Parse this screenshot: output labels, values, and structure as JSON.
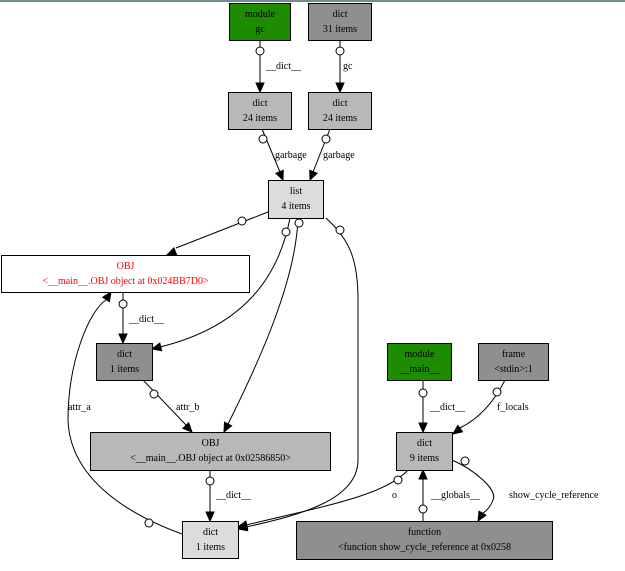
{
  "colors": {
    "module": "#1e8c00",
    "dict_dark": "#8f8f8f",
    "dict_mid": "#b8b8b8",
    "list_light": "#dcdcdc",
    "obj_white": "#ffffff",
    "highlight_text": "#ff0000",
    "text": "#000000"
  },
  "nodes": [
    {
      "id": "module_gc",
      "line1": "module",
      "line2": "gc",
      "fill": "module"
    },
    {
      "id": "dict_31",
      "line1": "dict",
      "line2": "31 items",
      "fill": "dict_dark"
    },
    {
      "id": "dict_24a",
      "line1": "dict",
      "line2": "24 items",
      "fill": "dict_mid"
    },
    {
      "id": "dict_24b",
      "line1": "dict",
      "line2": "24 items",
      "fill": "dict_mid"
    },
    {
      "id": "list_4",
      "line1": "list",
      "line2": "4 items",
      "fill": "list_light"
    },
    {
      "id": "obj_a",
      "line1": "OBJ",
      "line2": "<__main__.OBJ object at 0x024BB7D0>",
      "fill": "obj_white",
      "highlight": true
    },
    {
      "id": "dict_1a",
      "line1": "dict",
      "line2": "1 items",
      "fill": "dict_dark"
    },
    {
      "id": "obj_b",
      "line1": "OBJ",
      "line2": "<__main__.OBJ object at 0x02586850>",
      "fill": "dict_mid"
    },
    {
      "id": "dict_1b",
      "line1": "dict",
      "line2": "1 items",
      "fill": "list_light"
    },
    {
      "id": "module_main",
      "line1": "module",
      "line2": "__main__",
      "fill": "module"
    },
    {
      "id": "frame",
      "line1": "frame",
      "line2": "<stdin>:1",
      "fill": "dict_dark"
    },
    {
      "id": "dict_9",
      "line1": "dict",
      "line2": "9 items",
      "fill": "dict_mid"
    },
    {
      "id": "function",
      "line1": "function",
      "line2": "<function show_cycle_reference at 0x0258",
      "fill": "dict_dark"
    }
  ],
  "edges": [
    {
      "from": "module_gc",
      "to": "dict_24a",
      "label": "__dict__"
    },
    {
      "from": "dict_31",
      "to": "dict_24b",
      "label": "gc"
    },
    {
      "from": "dict_24a",
      "to": "list_4",
      "label": "garbage"
    },
    {
      "from": "dict_24b",
      "to": "list_4",
      "label": "garbage"
    },
    {
      "from": "list_4",
      "to": "obj_a",
      "label": ""
    },
    {
      "from": "list_4",
      "to": "dict_1a",
      "label": ""
    },
    {
      "from": "list_4",
      "to": "obj_b",
      "label": ""
    },
    {
      "from": "list_4",
      "to": "dict_1b",
      "label": ""
    },
    {
      "from": "obj_a",
      "to": "dict_1a",
      "label": "__dict__"
    },
    {
      "from": "dict_1a",
      "to": "obj_b",
      "label": "attr_b"
    },
    {
      "from": "dict_1b",
      "to": "obj_a",
      "label": "attr_a"
    },
    {
      "from": "obj_b",
      "to": "dict_1b",
      "label": "__dict__"
    },
    {
      "from": "module_main",
      "to": "dict_9",
      "label": "__dict__"
    },
    {
      "from": "frame",
      "to": "dict_9",
      "label": "f_locals"
    },
    {
      "from": "dict_9",
      "to": "dict_1b",
      "label": "o"
    },
    {
      "from": "function",
      "to": "dict_9",
      "label": "__globals__"
    },
    {
      "from": "dict_9",
      "to": "function",
      "label": "show_cycle_reference"
    }
  ]
}
